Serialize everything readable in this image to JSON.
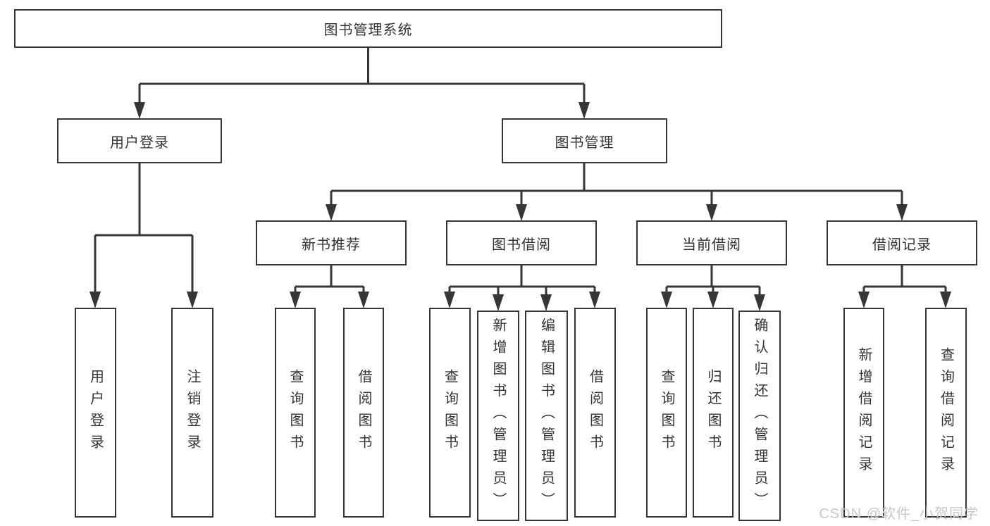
{
  "diagram": {
    "root": {
      "label": "图书管理系统"
    },
    "user_login": {
      "label": "用户登录",
      "leaves": [
        "用户登录",
        "注销登录"
      ]
    },
    "book_management": {
      "label": "图书管理",
      "groups": [
        {
          "label": "新书推荐",
          "leaves": [
            "查询图书",
            "借阅图书"
          ]
        },
        {
          "label": "图书借阅",
          "leaves": [
            "查询图书",
            "新增图书（管理员）",
            "编辑图书（管理员）",
            "借阅图书"
          ]
        },
        {
          "label": "当前借阅",
          "leaves": [
            "查询图书",
            "归还图书",
            "确认归还（管理员）"
          ]
        },
        {
          "label": "借阅记录",
          "leaves": [
            "新增借阅记录",
            "查询借阅记录"
          ]
        }
      ]
    },
    "colors": {
      "line": "#363636",
      "text": "#333333",
      "background": "#ffffff",
      "watermark": "#c8c8c8"
    }
  },
  "watermark": {
    "text": "CSDN @软件_小贺同学"
  }
}
